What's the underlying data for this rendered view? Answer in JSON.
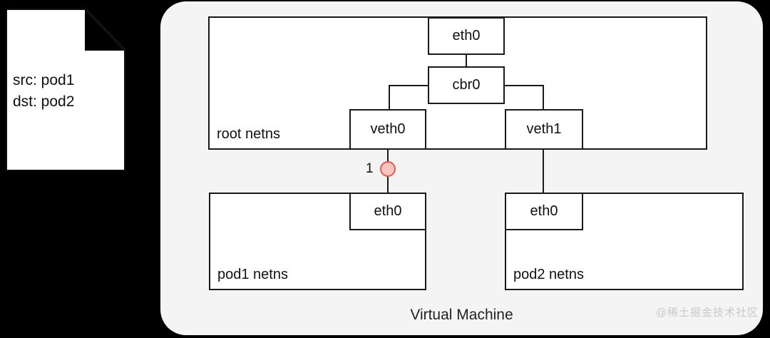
{
  "packet": {
    "src_line": "src: pod1",
    "dst_line": "dst: pod2"
  },
  "vm": {
    "label": "Virtual Machine",
    "watermark": "@稀土掘金技术社区"
  },
  "namespaces": {
    "root": {
      "label": "root netns",
      "interfaces": {
        "eth0": "eth0",
        "cbr0": "cbr0",
        "veth0": "veth0",
        "veth1": "veth1"
      }
    },
    "pod1": {
      "label": "pod1 netns",
      "interfaces": {
        "eth0": "eth0"
      }
    },
    "pod2": {
      "label": "pod2 netns",
      "interfaces": {
        "eth0": "eth0"
      }
    }
  },
  "steps": [
    {
      "number": "1"
    }
  ],
  "colors": {
    "marker_fill": "#f7c5c0",
    "marker_stroke": "#e8584f",
    "vm_background": "#f4f4f4",
    "box_stroke": "#1a1a1a",
    "canvas_background": "#000000"
  }
}
